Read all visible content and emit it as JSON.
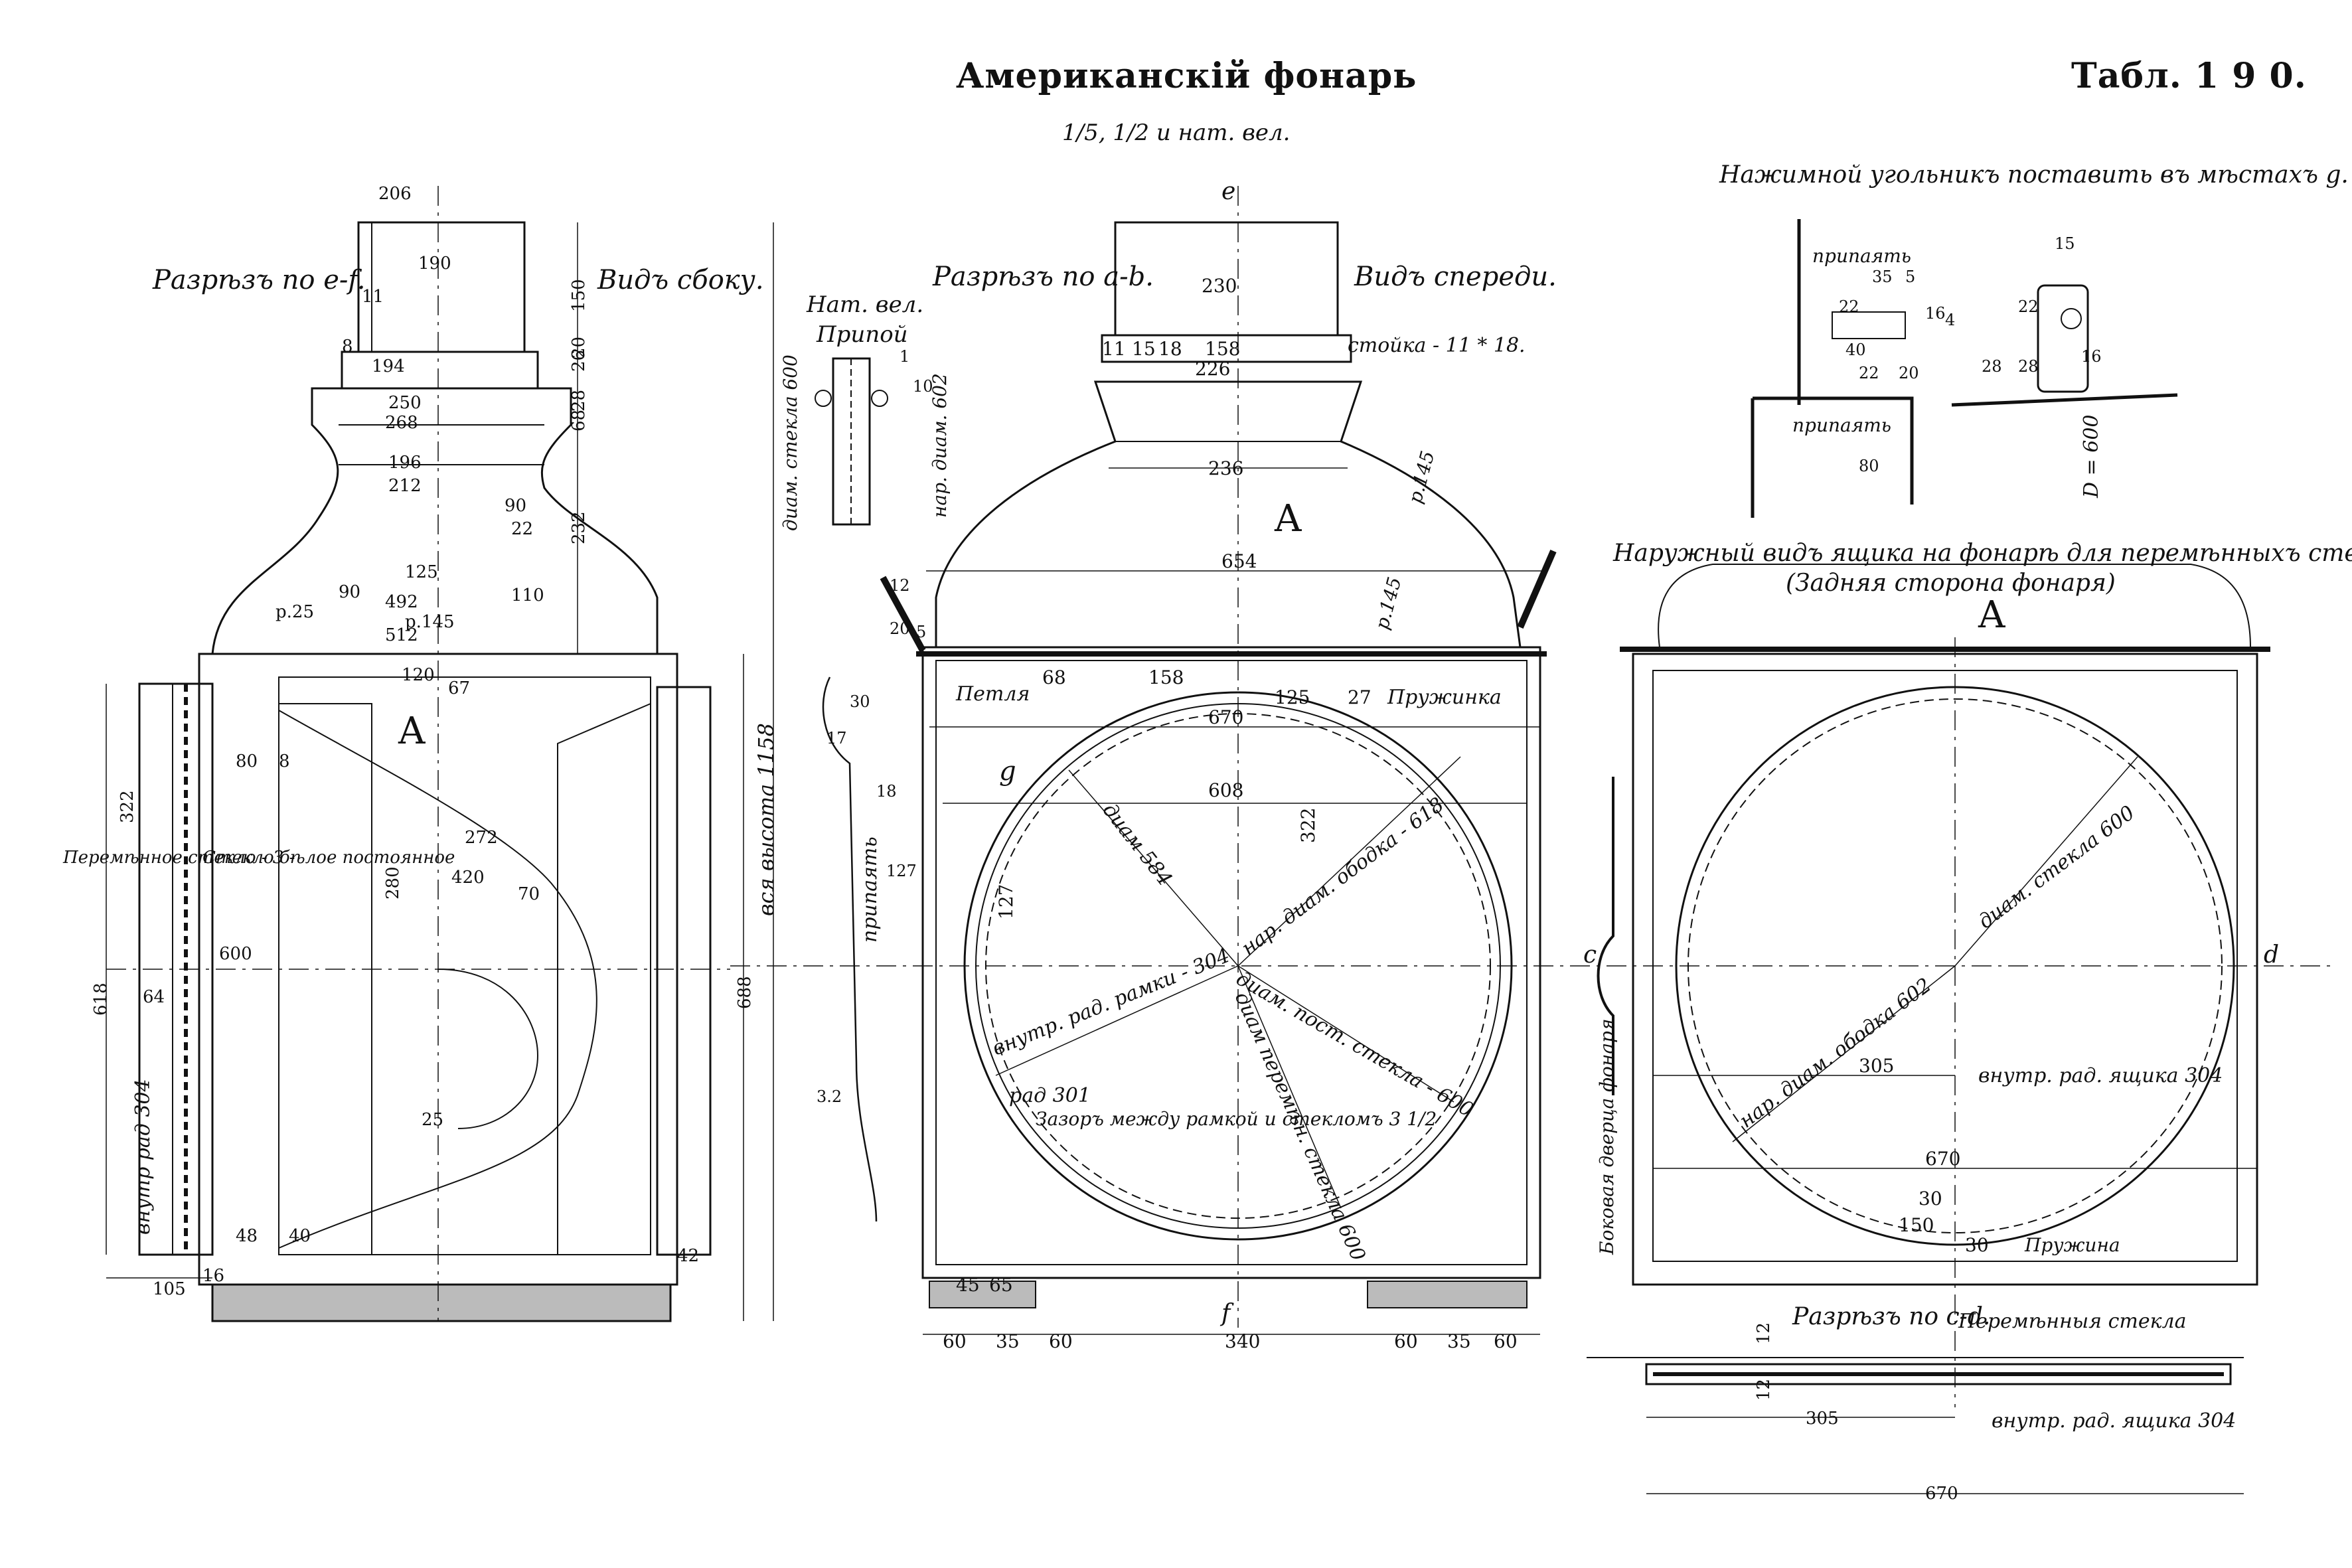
{
  "header": {
    "title": "Американскiй фонарь",
    "table_no": "Табл. 1 9 0.",
    "scale": "1/5, 1/2 и нат. вел."
  },
  "side_view": {
    "caption_left": "Разрѣзъ по e-f.",
    "caption_right": "Видъ сбоку.",
    "letter": "A",
    "label_changeable": "Перемѣнное стекло - 3 -",
    "label_fixed": "Стекло бѣлое постоянное",
    "label_radius": "внутр рад 304",
    "dims": [
      "206",
      "190",
      "11",
      "8",
      "150",
      "26",
      "20",
      "28",
      "68",
      "194",
      "250",
      "268",
      "196",
      "212",
      "232",
      "90",
      "492",
      "125",
      "110",
      "512",
      "90",
      "22",
      "120",
      "67",
      "80",
      "8",
      "322",
      "272",
      "420",
      "280",
      "70",
      "600",
      "618",
      "64",
      "688",
      "25",
      "48",
      "40",
      "105",
      "16",
      "42",
      "p.145",
      "p.25"
    ]
  },
  "height_label": "вся высота 1158",
  "detail_small": {
    "caption1": "Нат. вел.",
    "caption2": "Припой",
    "label_glass_dia": "диам. стекла 600",
    "label_outer_dia": "нар. диам. 602",
    "label_solder": "припаять",
    "dims": [
      "10",
      "1",
      "12",
      "20",
      "5",
      "30",
      "17",
      "18",
      "127",
      "3.2"
    ]
  },
  "front_view": {
    "caption_left": "Разрѣзъ по a-b.",
    "caption_right": "Видъ спереди.",
    "letter": "A",
    "label_post": "стойка - 11 * 18.",
    "label_loop": "Петля",
    "label_spring": "Пружинка",
    "label_dia584": "диам 584",
    "label_rim618": "нар. диам. ободка - 618",
    "label_inner304": "внутр. рад. рамки - 304",
    "label_rad301": "рад 301",
    "label_fixed600": "диам. пост. стекла - 600",
    "label_change600": "диам перемѣн. стекла 600",
    "label_gap": "Зазоръ между рамкой и стекломъ 3 1/2",
    "label_r145a": "р.145",
    "label_r145b": "р.145",
    "letter_g": "g",
    "letter_f": "f",
    "letter_e": "e",
    "dims": [
      "230",
      "11",
      "15",
      "18",
      "158",
      "226",
      "236",
      "654",
      "68",
      "158",
      "125",
      "27",
      "670",
      "608",
      "322",
      "127",
      "45",
      "65",
      "60",
      "35",
      "60",
      "340",
      "60",
      "35",
      "60"
    ]
  },
  "detail_angle": {
    "caption": "Нажимной угольникъ поставить въ мѣстахъ g.",
    "label_solder1": "припаять",
    "label_solder2": "припаять",
    "dims": [
      "35",
      "5",
      "22",
      "40",
      "16",
      "22",
      "20",
      "28",
      "4",
      "15",
      "22",
      "16",
      "28",
      "80"
    ],
    "label_d600": "D = 600"
  },
  "back_view": {
    "caption1": "Наружный видъ ящика на фонарѣ для перемѣнныхъ стеколъ.",
    "caption2": "(Задняя сторона фонаря)",
    "letter": "A",
    "label_glass_dia": "диам. стекла 600",
    "label_rim_dia": "нар. диам. ободка 602",
    "label_inner_box": "внутр. рад. ящика 304",
    "label_side_door": "Боковая дверца фонаря",
    "label_spring": "Пружина",
    "letter_c": "c",
    "letter_d": "d",
    "dims": [
      "305",
      "670",
      "30",
      "150",
      "30"
    ]
  },
  "section_cd": {
    "caption": "Разрѣзъ по c-d.",
    "label_glasses": "Перемѣнныя стекла",
    "label_inner_box": "внутр. рад. ящика 304",
    "dims": [
      "12",
      "12",
      "305",
      "670"
    ]
  }
}
